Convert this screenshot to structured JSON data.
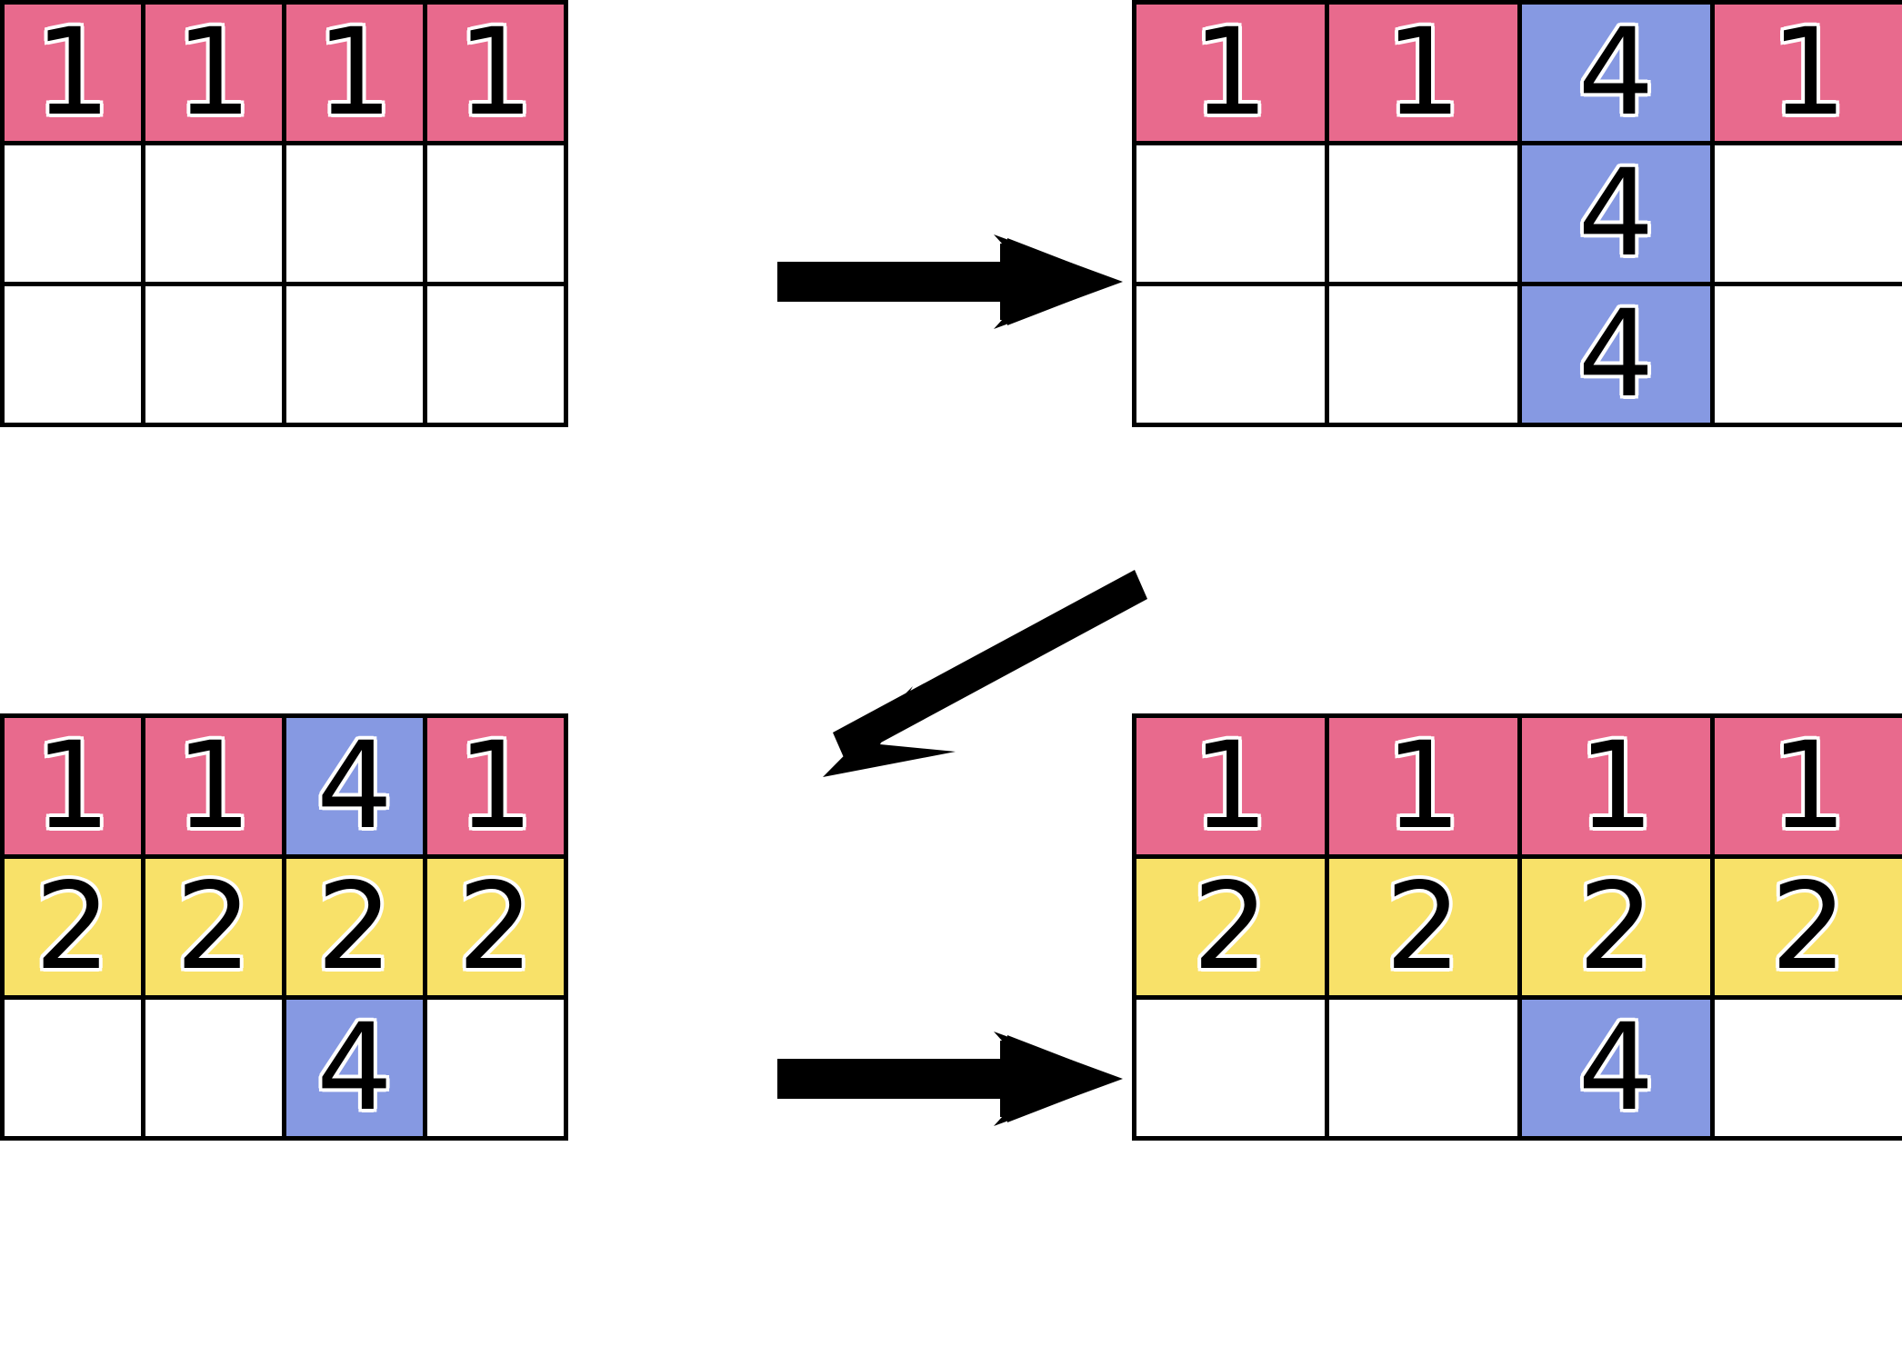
{
  "palette": {
    "pink": "#e86a8d",
    "yellow": "#f8e169",
    "blue": "#8699e2",
    "white": "#ffffff",
    "grid_line": "#000000",
    "arrow": "#000000"
  },
  "legend": {
    "value_1": "1",
    "value_2": "2",
    "value_4": "4"
  },
  "grids": {
    "top_left": {
      "name": "input-grid",
      "rows": 3,
      "cols": 4,
      "cells": [
        [
          {
            "value": "1",
            "color": "pink"
          },
          {
            "value": "1",
            "color": "pink"
          },
          {
            "value": "1",
            "color": "pink"
          },
          {
            "value": "1",
            "color": "pink"
          }
        ],
        [
          {
            "value": "",
            "color": "white"
          },
          {
            "value": "",
            "color": "white"
          },
          {
            "value": "",
            "color": "white"
          },
          {
            "value": "",
            "color": "white"
          }
        ],
        [
          {
            "value": "",
            "color": "white"
          },
          {
            "value": "",
            "color": "white"
          },
          {
            "value": "",
            "color": "white"
          },
          {
            "value": "",
            "color": "white"
          }
        ]
      ]
    },
    "top_right": {
      "name": "step-1-grid",
      "rows": 3,
      "cols": 4,
      "cells": [
        [
          {
            "value": "1",
            "color": "pink"
          },
          {
            "value": "1",
            "color": "pink"
          },
          {
            "value": "4",
            "color": "blue"
          },
          {
            "value": "1",
            "color": "pink"
          }
        ],
        [
          {
            "value": "",
            "color": "white"
          },
          {
            "value": "",
            "color": "white"
          },
          {
            "value": "4",
            "color": "blue"
          },
          {
            "value": "",
            "color": "white"
          }
        ],
        [
          {
            "value": "",
            "color": "white"
          },
          {
            "value": "",
            "color": "white"
          },
          {
            "value": "4",
            "color": "blue"
          },
          {
            "value": "",
            "color": "white"
          }
        ]
      ]
    },
    "bottom_left": {
      "name": "step-2-grid",
      "rows": 3,
      "cols": 4,
      "cells": [
        [
          {
            "value": "1",
            "color": "pink"
          },
          {
            "value": "1",
            "color": "pink"
          },
          {
            "value": "4",
            "color": "blue"
          },
          {
            "value": "1",
            "color": "pink"
          }
        ],
        [
          {
            "value": "2",
            "color": "yellow"
          },
          {
            "value": "2",
            "color": "yellow"
          },
          {
            "value": "2",
            "color": "yellow"
          },
          {
            "value": "2",
            "color": "yellow"
          }
        ],
        [
          {
            "value": "",
            "color": "white"
          },
          {
            "value": "",
            "color": "white"
          },
          {
            "value": "4",
            "color": "blue"
          },
          {
            "value": "",
            "color": "white"
          }
        ]
      ]
    },
    "bottom_right": {
      "name": "output-grid",
      "rows": 3,
      "cols": 4,
      "cells": [
        [
          {
            "value": "1",
            "color": "pink"
          },
          {
            "value": "1",
            "color": "pink"
          },
          {
            "value": "1",
            "color": "pink"
          },
          {
            "value": "1",
            "color": "pink"
          }
        ],
        [
          {
            "value": "2",
            "color": "yellow"
          },
          {
            "value": "2",
            "color": "yellow"
          },
          {
            "value": "2",
            "color": "yellow"
          },
          {
            "value": "2",
            "color": "yellow"
          }
        ],
        [
          {
            "value": "",
            "color": "white"
          },
          {
            "value": "",
            "color": "white"
          },
          {
            "value": "4",
            "color": "blue"
          },
          {
            "value": "",
            "color": "white"
          }
        ]
      ]
    }
  },
  "arrows": [
    {
      "name": "arrow-top-left-to-top-right",
      "direction": "right"
    },
    {
      "name": "arrow-top-right-to-bottom-left",
      "direction": "down-left"
    },
    {
      "name": "arrow-bottom-left-to-bottom-right",
      "direction": "right"
    }
  ]
}
